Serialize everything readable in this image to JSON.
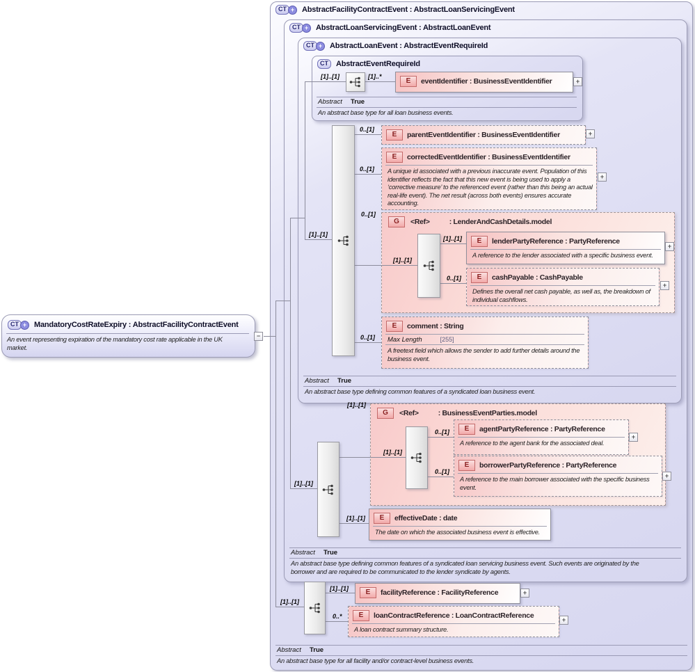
{
  "icons": {
    "complex_type": "CT",
    "element": "E",
    "group": "G",
    "expand": "+",
    "collapse": "−"
  },
  "source": {
    "title": "MandatoryCostRateExpiry : AbstractFacilityContractEvent",
    "description": "An event representing expiration of the mandatory cost rate applicable in the UK market."
  },
  "types": {
    "facility_contract_event": {
      "title": "AbstractFacilityContractEvent : AbstractLoanServicingEvent",
      "sequence_cardinality": "[1]..[1]",
      "abstract_label": "Abstract",
      "abstract_value": "True",
      "description": "An abstract base type for all facility and/or contract-level business events."
    },
    "loan_servicing_event": {
      "title": "AbstractLoanServicingEvent : AbstractLoanEvent",
      "sequence_cardinality": "[1]..[1]",
      "abstract_label": "Abstract",
      "abstract_value": "True",
      "description": "An abstract base type defining common features of a syndicated loan servicing business event. Such events are originated by the borrower and are required to be communicated to the lender syndicate by agents."
    },
    "loan_event": {
      "title": "AbstractLoanEvent : AbstractEventRequireId",
      "sequence_cardinality": "[1]..[1]",
      "abstract_label": "Abstract",
      "abstract_value": "True",
      "description": "An abstract base type defining common features of a syndicated loan business event."
    },
    "event_require_id": {
      "title": "AbstractEventRequireId",
      "sequence_cardinality": "[1]..[1]",
      "abstract_label": "Abstract",
      "abstract_value": "True",
      "description": "An abstract base type for all loan business events."
    }
  },
  "groups": {
    "lender_and_cash_details": {
      "ref_label": "<Ref>",
      "type_label": ": LenderAndCashDetails.model",
      "cardinality": "0..[1]",
      "sequence_cardinality": "[1]..[1]"
    },
    "business_event_parties": {
      "ref_label": "<Ref>",
      "type_label": ": BusinessEventParties.model",
      "cardinality": "[1]..[1]",
      "sequence_cardinality": "[1]..[1]"
    }
  },
  "elements": {
    "event_identifier": {
      "label": "eventIdentifier : BusinessEventIdentifier",
      "cardinality": "[1]..*"
    },
    "parent_event_identifier": {
      "label": "parentEventIdentifier : BusinessEventIdentifier",
      "cardinality": "0..[1]"
    },
    "corrected_event_identifier": {
      "label": "correctedEventIdentifier : BusinessEventIdentifier",
      "cardinality": "0..[1]",
      "description": "A unique id associated with a previous inaccurate event. Population of this identifier reflects the fact that this new event is being used to apply a ‘corrective measure’ to the referenced event (rather than this being an actual real-life event). The net result (across both events) ensures accurate accounting."
    },
    "lender_party_reference": {
      "label": "lenderPartyReference : PartyReference",
      "cardinality": "[1]..[1]",
      "description": "A reference to the lender associated with a specific business event."
    },
    "cash_payable": {
      "label": "cashPayable : CashPayable",
      "cardinality": "0..[1]",
      "description": "Defines the overall net cash payable, as well as, the breakdown of individual cashflows."
    },
    "comment": {
      "label": "comment : String",
      "cardinality": "0..[1]",
      "facet_label": "Max Length",
      "facet_value": "[255]",
      "description": "A freetext field which allows the sender to add further details around the business event."
    },
    "agent_party_reference": {
      "label": "agentPartyReference : PartyReference",
      "cardinality": "0..[1]",
      "description": "A reference to the agent bank for the associated deal."
    },
    "borrower_party_reference": {
      "label": "borrowerPartyReference : PartyReference",
      "cardinality": "0..[1]",
      "description": "A reference to the main borrower associated with the specific business event."
    },
    "effective_date": {
      "label": "effectiveDate : date",
      "cardinality": "[1]..[1]",
      "description": "The date on which the associated business event is effective."
    },
    "facility_reference": {
      "label": "facilityReference : FacilityReference",
      "cardinality": "[1]..[1]"
    },
    "loan_contract_reference": {
      "label": "loanContractReference : LoanContractReference",
      "cardinality": "0..*",
      "description": "A loan contract summary structure."
    }
  }
}
